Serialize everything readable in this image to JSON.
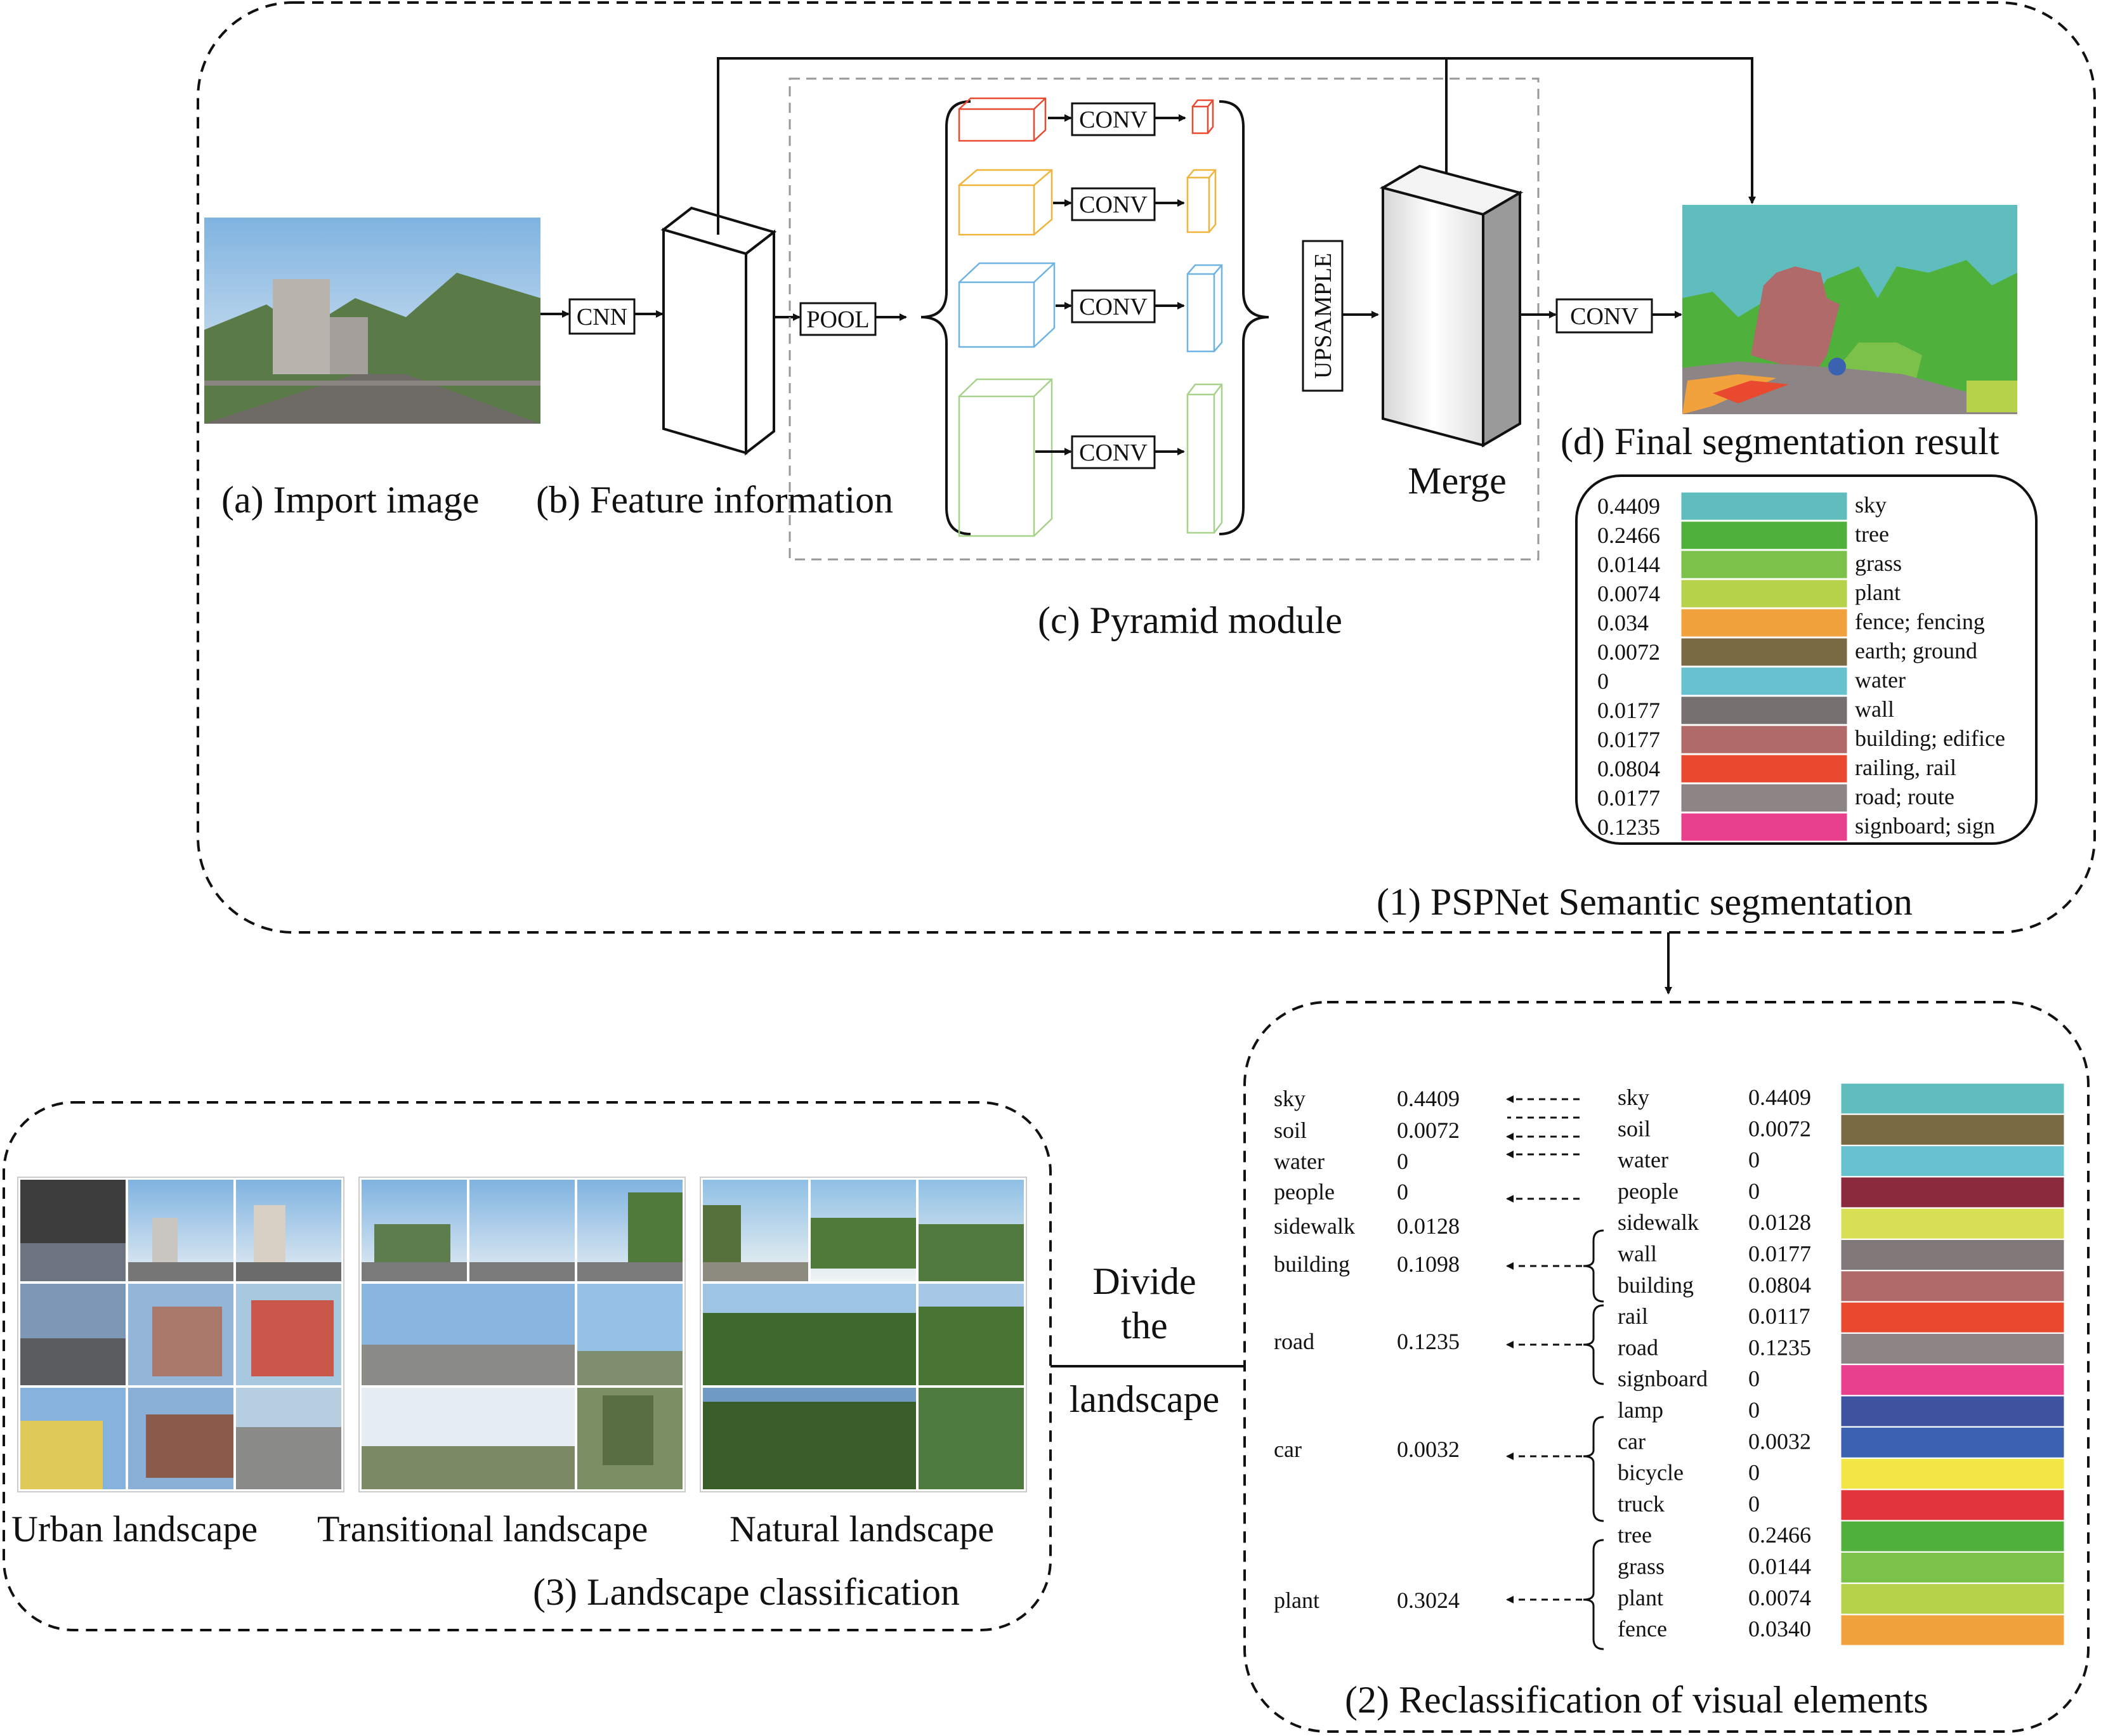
{
  "stage1": {
    "title": "(1) PSPNet Semantic segmentation",
    "import_caption": "(a) Import image",
    "feature_caption": "(b) Feature information",
    "pyramid_caption": "(c) Pyramid module",
    "merge_caption": "Merge",
    "final_caption": "(d) Final segmentation result",
    "op_cnn": "CNN",
    "op_pool": "POOL",
    "op_conv": "CONV",
    "op_upsample": "UPSAMPLE",
    "op_conv_final": "CONV"
  },
  "legend": [
    {
      "value": "0.4409",
      "label": "sky",
      "color": "#5fbdbd"
    },
    {
      "value": "0.2466",
      "label": "tree",
      "color": "#4fb03c"
    },
    {
      "value": "0.0144",
      "label": "grass",
      "color": "#7cc14a"
    },
    {
      "value": "0.0074",
      "label": "plant",
      "color": "#b6d24a"
    },
    {
      "value": "0.034",
      "label": "fence; fencing",
      "color": "#f2a23c"
    },
    {
      "value": "0.0072",
      "label": "earth; ground",
      "color": "#7a6a44"
    },
    {
      "value": "0",
      "label": "water",
      "color": "#67c2cf"
    },
    {
      "value": "0.0177",
      "label": "wall",
      "color": "#777070"
    },
    {
      "value": "0.0177",
      "label": "building; edifice",
      "color": "#b06a6a"
    },
    {
      "value": "0.0804",
      "label": "railing, rail",
      "color": "#e8492f"
    },
    {
      "value": "0.0177",
      "label": "road; route",
      "color": "#8d8585"
    },
    {
      "value": "0.1235",
      "label": "signboard; sign",
      "color": "#e8408c"
    }
  ],
  "stage2": {
    "title": "(2) Reclassification of visual elements",
    "merged": [
      {
        "label": "sky",
        "value": "0.4409"
      },
      {
        "label": "soil",
        "value": "0.0072"
      },
      {
        "label": "water",
        "value": "0"
      },
      {
        "label": "people",
        "value": "0"
      },
      {
        "label": "sidewalk",
        "value": "0.0128"
      },
      {
        "label": "building",
        "value": "0.1098"
      },
      {
        "label": "road",
        "value": "0.1235"
      },
      {
        "label": "car",
        "value": "0.0032"
      },
      {
        "label": "plant",
        "value": "0.3024"
      }
    ],
    "detailed": [
      {
        "label": "sky",
        "value": "0.4409",
        "color": "#5fbdbd"
      },
      {
        "label": "soil",
        "value": "0.0072",
        "color": "#7a6a44"
      },
      {
        "label": "water",
        "value": "0",
        "color": "#67c2cf"
      },
      {
        "label": "people",
        "value": "0",
        "color": "#8b2a3c"
      },
      {
        "label": "sidewalk",
        "value": "0.0128",
        "color": "#d9df55"
      },
      {
        "label": "wall",
        "value": "0.0177",
        "color": "#807878"
      },
      {
        "label": "building",
        "value": "0.0804",
        "color": "#b06a6a"
      },
      {
        "label": "rail",
        "value": "0.0117",
        "color": "#e8492f"
      },
      {
        "label": "road",
        "value": "0.1235",
        "color": "#8d8585"
      },
      {
        "label": "signboard",
        "value": "0",
        "color": "#e8408c"
      },
      {
        "label": "lamp",
        "value": "0",
        "color": "#3f54a0"
      },
      {
        "label": "car",
        "value": "0.0032",
        "color": "#3a62b0"
      },
      {
        "label": "bicycle",
        "value": "0",
        "color": "#f2e646"
      },
      {
        "label": "truck",
        "value": "0",
        "color": "#e0353a"
      },
      {
        "label": "tree",
        "value": "0.2466",
        "color": "#4fb03c"
      },
      {
        "label": "grass",
        "value": "0.0144",
        "color": "#7cc14a"
      },
      {
        "label": "plant",
        "value": "0.0074",
        "color": "#b6d24a"
      },
      {
        "label": "fence",
        "value": "0.0340",
        "color": "#f2a23c"
      }
    ]
  },
  "stage3": {
    "title": "(3) Landscape classification",
    "divide_line1": "Divide",
    "divide_line2": "the",
    "divide_line3": "landscape",
    "groups": [
      "Urban landscape",
      "Transitional landscape",
      "Natural landscape"
    ]
  }
}
